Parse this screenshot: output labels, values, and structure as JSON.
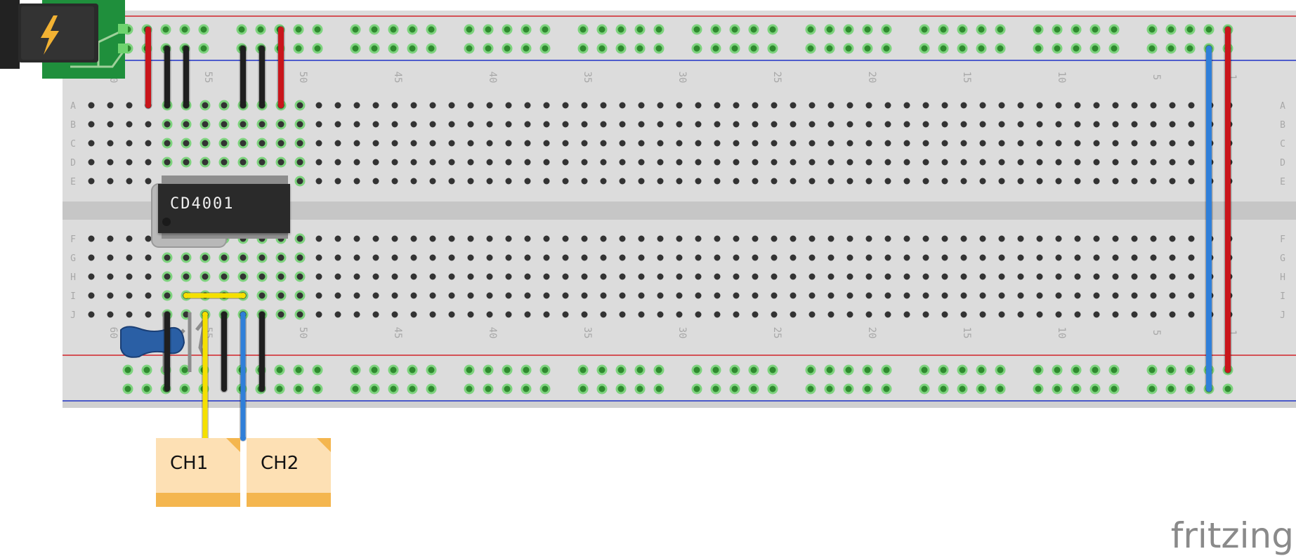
{
  "app": {
    "brand": "fritzing"
  },
  "breadboard": {
    "row_letters_top": [
      "A",
      "B",
      "C",
      "D",
      "E"
    ],
    "row_letters_bottom": [
      "F",
      "G",
      "H",
      "I",
      "J"
    ],
    "column_numbers": [
      "60",
      "55",
      "50",
      "45",
      "40",
      "35",
      "30",
      "25",
      "20",
      "15",
      "10",
      "5",
      "1"
    ],
    "colors": {
      "rail_positive": "#d2232a",
      "rail_negative": "#1f33c6",
      "body": "#dcdcdc",
      "connected_hole": "#7ed37e"
    }
  },
  "chip": {
    "label": "CD4001",
    "color": "#2b2b2b"
  },
  "power_supply": {
    "icon": "lightning-bolt-icon",
    "bolt_color": "#f2b233"
  },
  "probes": [
    {
      "label": "CH1",
      "wire_color": "#f5e000"
    },
    {
      "label": "CH2",
      "wire_color": "#2f7fd9"
    }
  ],
  "capacitor": {
    "color": "#2a5fa5"
  },
  "wire_colors": {
    "red": "#c9151b",
    "black": "#1f1f1f",
    "yellow": "#f5e000",
    "blue": "#2f7fd9"
  }
}
